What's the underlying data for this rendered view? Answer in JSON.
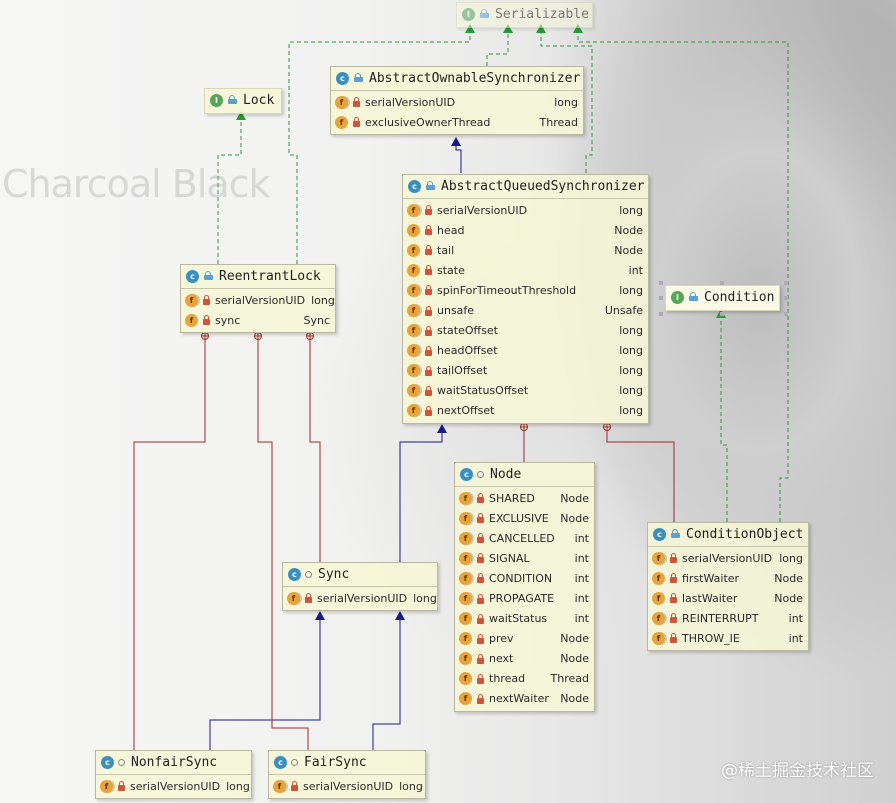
{
  "watermarks": {
    "title": "Charcoal Black",
    "site": "@稀土掘金技术社区"
  },
  "icons": {
    "class": "class-icon",
    "interface": "interface-icon",
    "field": "field-icon",
    "static_field": "static-field-icon",
    "private": "lock-icon",
    "public": "visibility-icon"
  },
  "colors": {
    "box_bg": "#f6f6d6",
    "implements_edge": "#2a9a3a",
    "extends_edge": "#1a1a8a",
    "inner_edge": "#a02828"
  },
  "classes": {
    "serializable": {
      "name": "Serializable",
      "kind": "I",
      "fields": []
    },
    "aos": {
      "name": "AbstractOwnableSynchronizer",
      "kind": "C",
      "fields": [
        {
          "name": "serialVersionUID",
          "type": "long",
          "static": true
        },
        {
          "name": "exclusiveOwnerThread",
          "type": "Thread",
          "static": false
        }
      ]
    },
    "lock": {
      "name": "Lock",
      "kind": "I",
      "fields": []
    },
    "aqs": {
      "name": "AbstractQueuedSynchronizer",
      "kind": "C",
      "fields": [
        {
          "name": "serialVersionUID",
          "type": "long",
          "static": true
        },
        {
          "name": "head",
          "type": "Node",
          "static": false
        },
        {
          "name": "tail",
          "type": "Node",
          "static": false
        },
        {
          "name": "state",
          "type": "int",
          "static": false
        },
        {
          "name": "spinForTimeoutThreshold",
          "type": "long",
          "static": true
        },
        {
          "name": "unsafe",
          "type": "Unsafe",
          "static": true
        },
        {
          "name": "stateOffset",
          "type": "long",
          "static": true
        },
        {
          "name": "headOffset",
          "type": "long",
          "static": true
        },
        {
          "name": "tailOffset",
          "type": "long",
          "static": true
        },
        {
          "name": "waitStatusOffset",
          "type": "long",
          "static": true
        },
        {
          "name": "nextOffset",
          "type": "long",
          "static": true
        }
      ]
    },
    "reentrant": {
      "name": "ReentrantLock",
      "kind": "C",
      "fields": [
        {
          "name": "serialVersionUID",
          "type": "long",
          "static": true
        },
        {
          "name": "sync",
          "type": "Sync",
          "static": false
        }
      ]
    },
    "condition": {
      "name": "Condition",
      "kind": "I",
      "fields": []
    },
    "node": {
      "name": "Node",
      "kind": "C",
      "fields": [
        {
          "name": "SHARED",
          "type": "Node",
          "static": true
        },
        {
          "name": "EXCLUSIVE",
          "type": "Node",
          "static": true
        },
        {
          "name": "CANCELLED",
          "type": "int",
          "static": true
        },
        {
          "name": "SIGNAL",
          "type": "int",
          "static": true
        },
        {
          "name": "CONDITION",
          "type": "int",
          "static": true
        },
        {
          "name": "PROPAGATE",
          "type": "int",
          "static": true
        },
        {
          "name": "waitStatus",
          "type": "int",
          "static": false
        },
        {
          "name": "prev",
          "type": "Node",
          "static": false
        },
        {
          "name": "next",
          "type": "Node",
          "static": false
        },
        {
          "name": "thread",
          "type": "Thread",
          "static": false
        },
        {
          "name": "nextWaiter",
          "type": "Node",
          "static": false
        }
      ]
    },
    "condobj": {
      "name": "ConditionObject",
      "kind": "C",
      "fields": [
        {
          "name": "serialVersionUID",
          "type": "long",
          "static": true
        },
        {
          "name": "firstWaiter",
          "type": "Node",
          "static": false
        },
        {
          "name": "lastWaiter",
          "type": "Node",
          "static": false
        },
        {
          "name": "REINTERRUPT",
          "type": "int",
          "static": true
        },
        {
          "name": "THROW_IE",
          "type": "int",
          "static": true
        }
      ]
    },
    "sync": {
      "name": "Sync",
      "kind": "C",
      "fields": [
        {
          "name": "serialVersionUID",
          "type": "long",
          "static": true
        }
      ]
    },
    "nonfair": {
      "name": "NonfairSync",
      "kind": "C",
      "fields": [
        {
          "name": "serialVersionUID",
          "type": "long",
          "static": true
        }
      ]
    },
    "fair": {
      "name": "FairSync",
      "kind": "C",
      "fields": [
        {
          "name": "serialVersionUID",
          "type": "long",
          "static": true
        }
      ]
    }
  }
}
